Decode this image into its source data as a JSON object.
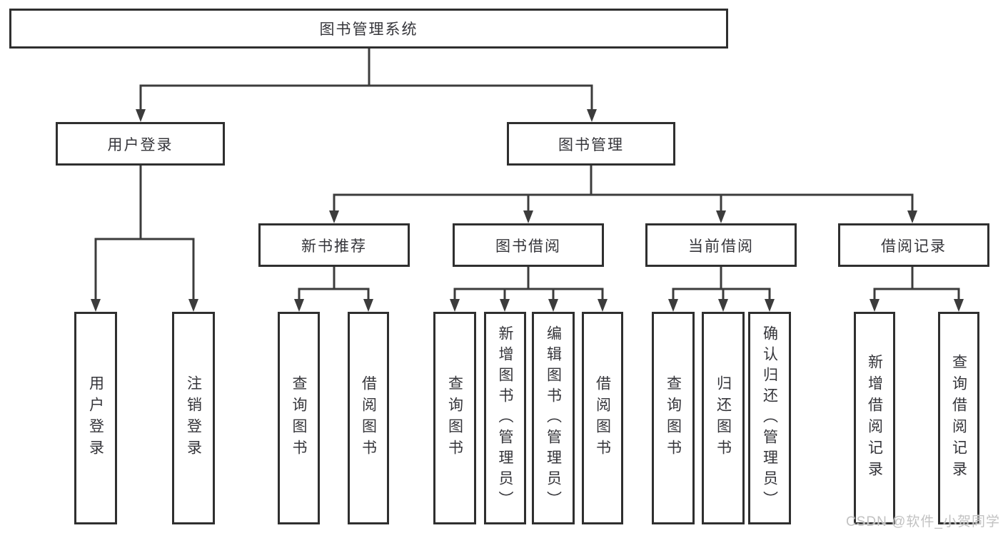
{
  "diagram": {
    "root": {
      "label": "图书管理系统"
    },
    "level2": [
      {
        "id": "user-login",
        "label": "用户登录"
      },
      {
        "id": "book-management",
        "label": "图书管理"
      }
    ],
    "level3": [
      {
        "id": "new-book-recommendation",
        "parent": "图书管理",
        "label": "新书推荐"
      },
      {
        "id": "book-borrowing",
        "parent": "图书管理",
        "label": "图书借阅"
      },
      {
        "id": "current-borrowing",
        "parent": "图书管理",
        "label": "当前借阅"
      },
      {
        "id": "borrowing-records",
        "parent": "图书管理",
        "label": "借阅记录"
      }
    ],
    "leaves": [
      {
        "parent": "用户登录",
        "label": "用户登录"
      },
      {
        "parent": "用户登录",
        "label": "注销登录"
      },
      {
        "parent": "新书推荐",
        "label": "查询图书"
      },
      {
        "parent": "新书推荐",
        "label": "借阅图书"
      },
      {
        "parent": "图书借阅",
        "label": "查询图书"
      },
      {
        "parent": "图书借阅",
        "label": "新增图书（管理员）"
      },
      {
        "parent": "图书借阅",
        "label": "编辑图书（管理员）"
      },
      {
        "parent": "图书借阅",
        "label": "借阅图书"
      },
      {
        "parent": "当前借阅",
        "label": "查询图书"
      },
      {
        "parent": "当前借阅",
        "label": "归还图书"
      },
      {
        "parent": "当前借阅",
        "label": "确认归还（管理员）"
      },
      {
        "parent": "借阅记录",
        "label": "新增借阅记录"
      },
      {
        "parent": "借阅记录",
        "label": "查询借阅记录"
      }
    ]
  },
  "watermark": "CSDN @软件_小贺同学",
  "colors": {
    "line": "#3c3c3c",
    "border": "#2f2f2f",
    "text": "#35353a",
    "watermark": "#c2c2c2",
    "background": "#ffffff"
  }
}
